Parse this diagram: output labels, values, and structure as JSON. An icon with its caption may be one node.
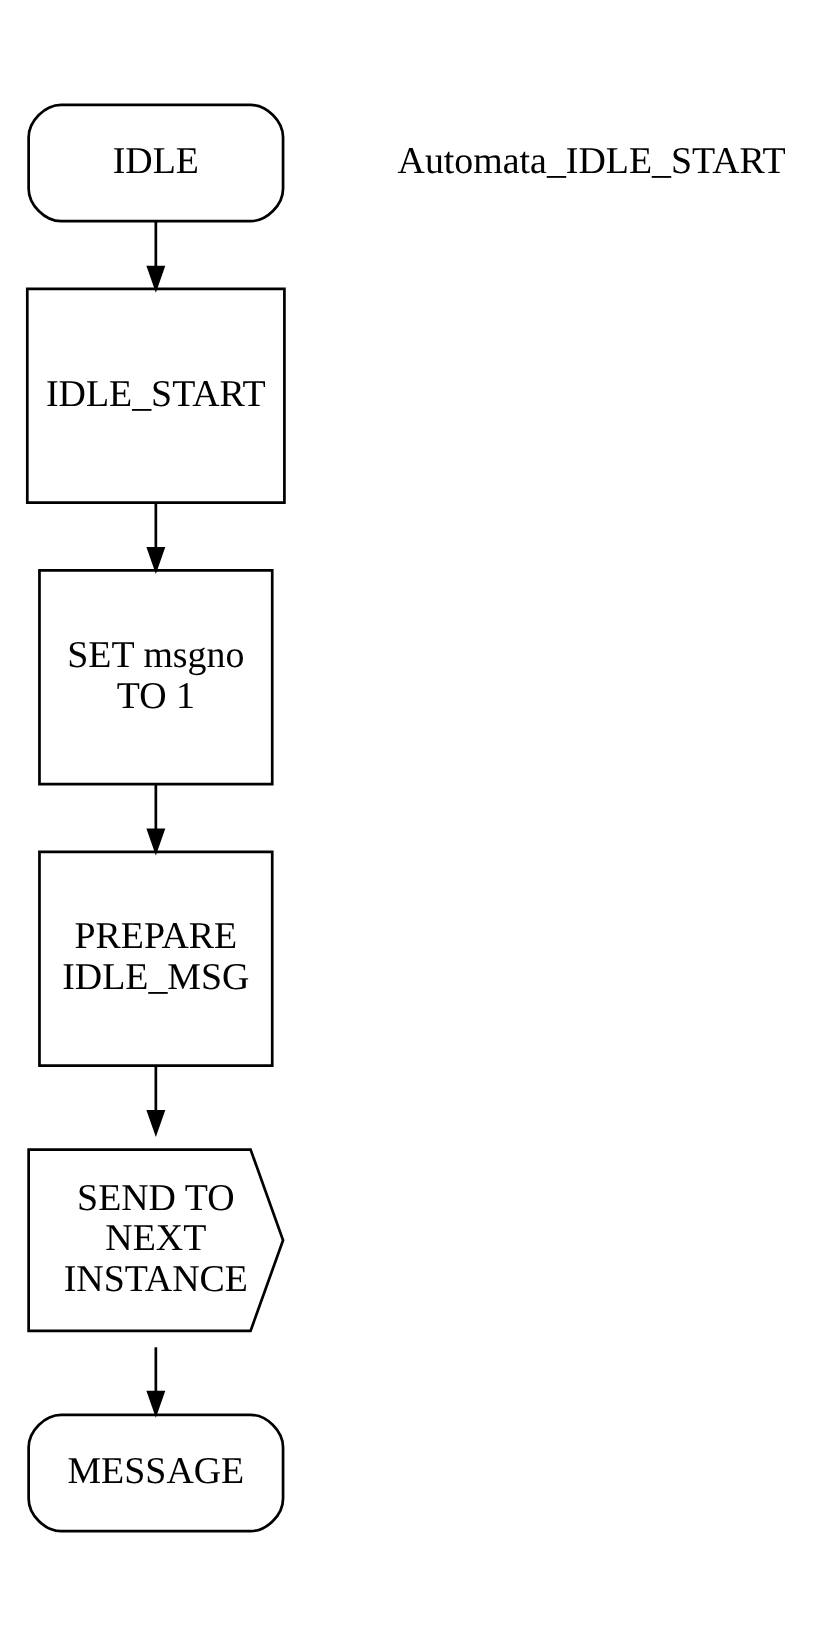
{
  "diagram": {
    "nodes": [
      {
        "text": [
          "IDLE"
        ]
      },
      {
        "text": [
          "IDLE_START"
        ]
      },
      {
        "text": [
          "SET msgno TO 1"
        ]
      },
      {
        "text": [
          "PREPARE IDLE_MSG"
        ]
      },
      {
        "text": [
          "SEND TO NEXT INSTANCE"
        ]
      },
      {
        "text": [
          "MESSAGE"
        ]
      }
    ],
    "edges": [
      {
        "from": 0,
        "to": 1,
        "arrow": "to"
      },
      {
        "from": 1,
        "to": 2,
        "arrow": "to"
      },
      {
        "from": 2,
        "to": 3,
        "arrow": "to"
      },
      {
        "from": 3,
        "to": 4,
        "arrow": "to"
      },
      {
        "from": 4,
        "to": 5,
        "arrow": "to"
      }
    ],
    "labels": [
      "Automata_IDLE_START"
    ]
  }
}
